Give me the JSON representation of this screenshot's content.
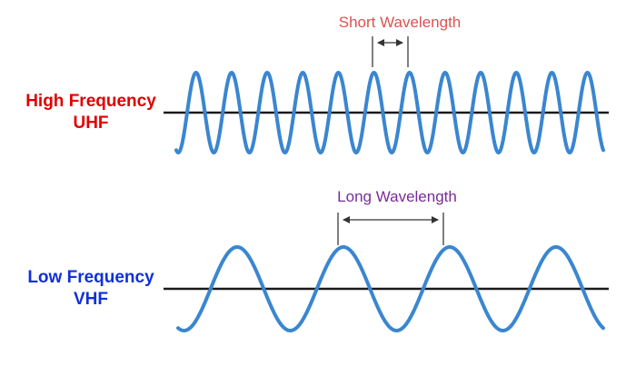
{
  "colors": {
    "wave": "#3a86d0",
    "axis": "#1a1a1a",
    "high_label": "#e00000",
    "low_label": "#1030d8",
    "short_wavelength": "#e05050",
    "long_wavelength": "#7a2a9a",
    "marker": "#555555"
  },
  "high": {
    "line1": "High Frequency",
    "line2": "UHF",
    "wavelength_label": "Short Wavelength",
    "cycles": 12
  },
  "low": {
    "line1": "Low Frequency",
    "line2": "VHF",
    "wavelength_label": "Long Wavelength",
    "cycles": 4
  }
}
